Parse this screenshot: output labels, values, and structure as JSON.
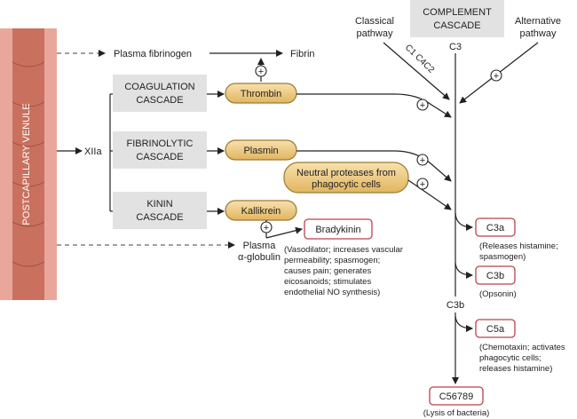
{
  "venule": {
    "label": "POSTCAPILLARY VENULE"
  },
  "top": {
    "fibrinogen": "Plasma fibrinogen",
    "fibrin": "Fibrin"
  },
  "xiia": "XIIa",
  "cascades": {
    "coagulation": [
      "COAGULATION",
      "CASCADE"
    ],
    "fibrinolytic": [
      "FIBRINOLYTIC",
      "CASCADE"
    ],
    "kinin": [
      "KININ",
      "CASCADE"
    ]
  },
  "enzymes": {
    "thrombin": "Thrombin",
    "plasmin": "Plasmin",
    "kallikrein": "Kallikrein",
    "proteases": [
      "Neutral proteases from",
      "phagocytic cells"
    ]
  },
  "plasma_globulin": [
    "Plasma",
    "α-globulin"
  ],
  "bradykinin": {
    "label": "Bradykinin",
    "desc": [
      "(Vasodilator; increases vascular",
      "permeability; spasmogen;",
      "causes pain; generates",
      "eicosanoids; stimulates",
      "endothelial NO synthesis)"
    ]
  },
  "complement": {
    "title": [
      "COMPLEMENT",
      "CASCADE"
    ],
    "classical": [
      "Classical",
      "pathway"
    ],
    "alternative": [
      "Alternative",
      "pathway"
    ],
    "c3": "C3",
    "c1c4c2": "C1 C4C2",
    "c3b_main": "C3b",
    "c3a": {
      "label": "C3a",
      "desc": [
        "(Releases histamine;",
        "spasmogen)"
      ]
    },
    "c3b": {
      "label": "C3b",
      "desc": [
        "(Opsonin)"
      ]
    },
    "c5a": {
      "label": "C5a",
      "desc": [
        "(Chemotaxin; activates",
        "phagocytic cells;",
        "releases histamine)"
      ]
    },
    "c56789": {
      "label": "C56789",
      "desc": [
        "(Lysis of bacteria)"
      ]
    }
  },
  "plus": "+",
  "colors": {
    "venule_band": "#e8a79a",
    "venule_core": "#c9705f",
    "cascade_box": "#e2e2e2",
    "enzyme_pill": "#ecc880",
    "product_border": "#b8434a"
  },
  "icons": [
    "arrowhead",
    "plus-circle"
  ]
}
